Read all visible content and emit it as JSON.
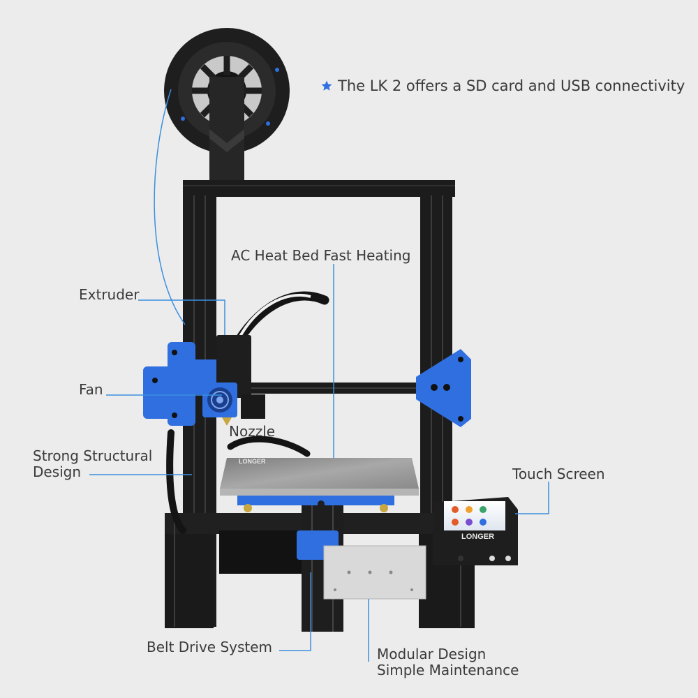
{
  "feature_note": "The LK 2 offers a SD card and USB connectivity",
  "callouts": {
    "extruder": "Extruder",
    "fan": "Fan",
    "nozzle": "Nozzle",
    "structural_line1": "Strong Structural",
    "structural_line2": "Design",
    "heat_bed": "AC Heat Bed Fast Heating",
    "touch_screen": "Touch Screen",
    "belt_drive": "Belt Drive System",
    "modular_line1": "Modular Design",
    "modular_line2": "Simple Maintenance"
  },
  "brand": {
    "bed_logo": "LONGER",
    "screen_logo": "LONGER"
  },
  "colors": {
    "accent_blue": "#2f6fe0",
    "frame_black": "#1c1c1c",
    "callout_line": "#3b8fe0",
    "bed_grey": "#9a9a9a",
    "background": "#ececec"
  }
}
